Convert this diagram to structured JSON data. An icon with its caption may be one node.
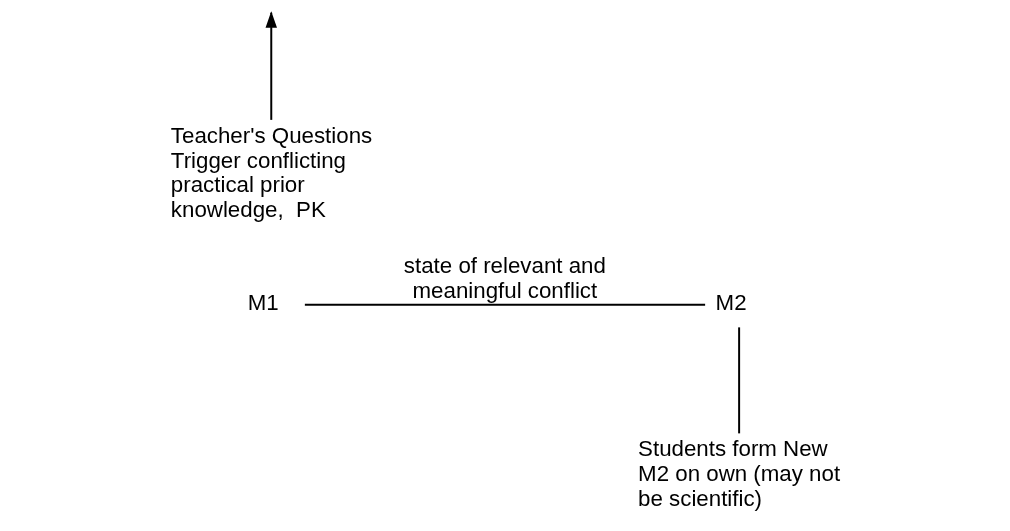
{
  "diagram": {
    "nodes": [
      {
        "text": [
          "M1"
        ]
      },
      {
        "text": [
          "M2"
        ]
      },
      {
        "text": [
          "Teacher's Questions Trigger conflicting practical prior knowledge,  PK"
        ]
      },
      {
        "text": [
          "Students form New M2 on own (may not be scientific)"
        ]
      }
    ],
    "edges": [
      {
        "from": 0,
        "to": 1,
        "arrow": "none",
        "label": "state of relevant and meaningful conflict"
      },
      {
        "from": 2,
        "to": null,
        "arrow": "to"
      },
      {
        "from": 1,
        "to": 3,
        "arrow": "none"
      }
    ]
  }
}
